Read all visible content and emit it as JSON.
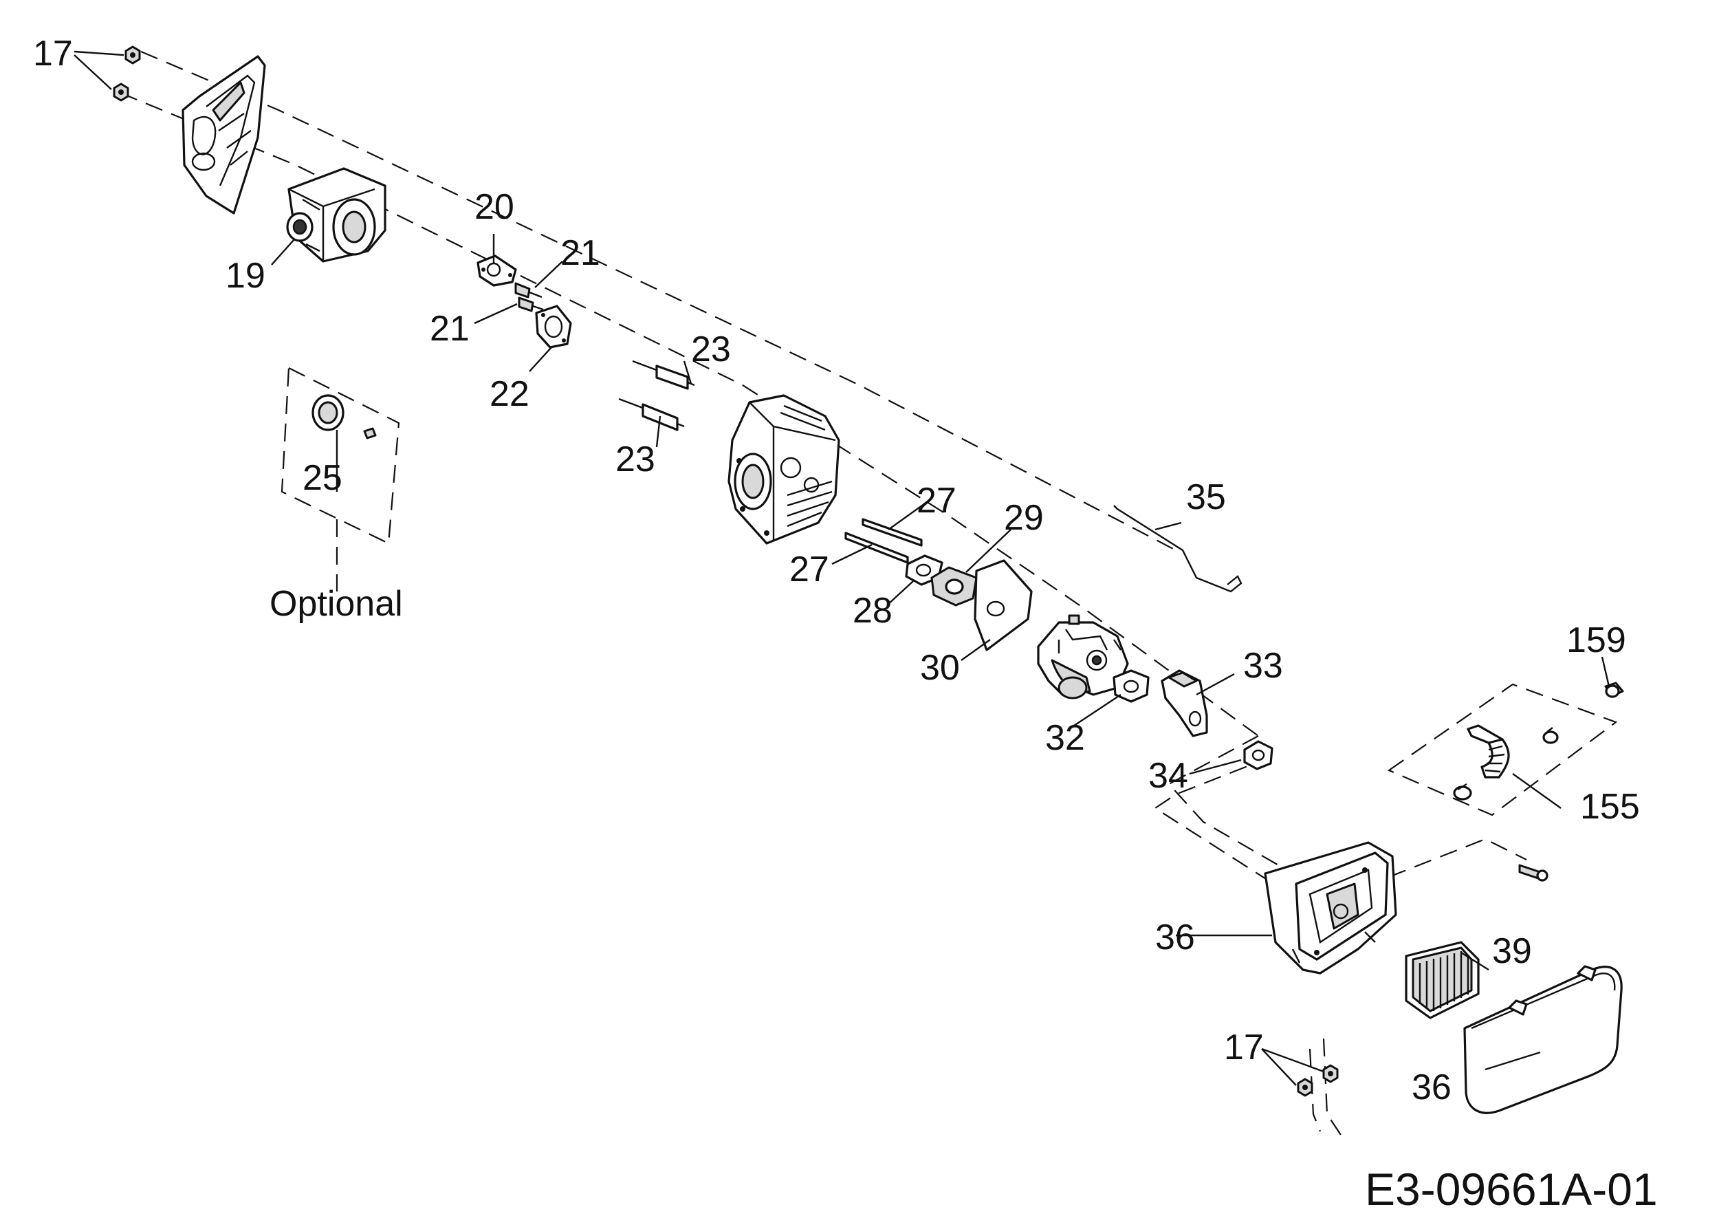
{
  "figure_code": "E3-09661A-01",
  "optional_label": "Optional",
  "callouts": {
    "c17_top": "17",
    "c19": "19",
    "c20": "20",
    "c21_a": "21",
    "c21_b": "21",
    "c22": "22",
    "c23_a": "23",
    "c23_b": "23",
    "c25": "25",
    "c27_a": "27",
    "c27_b": "27",
    "c28": "28",
    "c29": "29",
    "c30": "30",
    "c32": "32",
    "c33": "33",
    "c34": "34",
    "c35": "35",
    "c36_a": "36",
    "c36_b": "36",
    "c39": "39",
    "c155": "155",
    "c159": "159",
    "c17_bottom": "17"
  }
}
